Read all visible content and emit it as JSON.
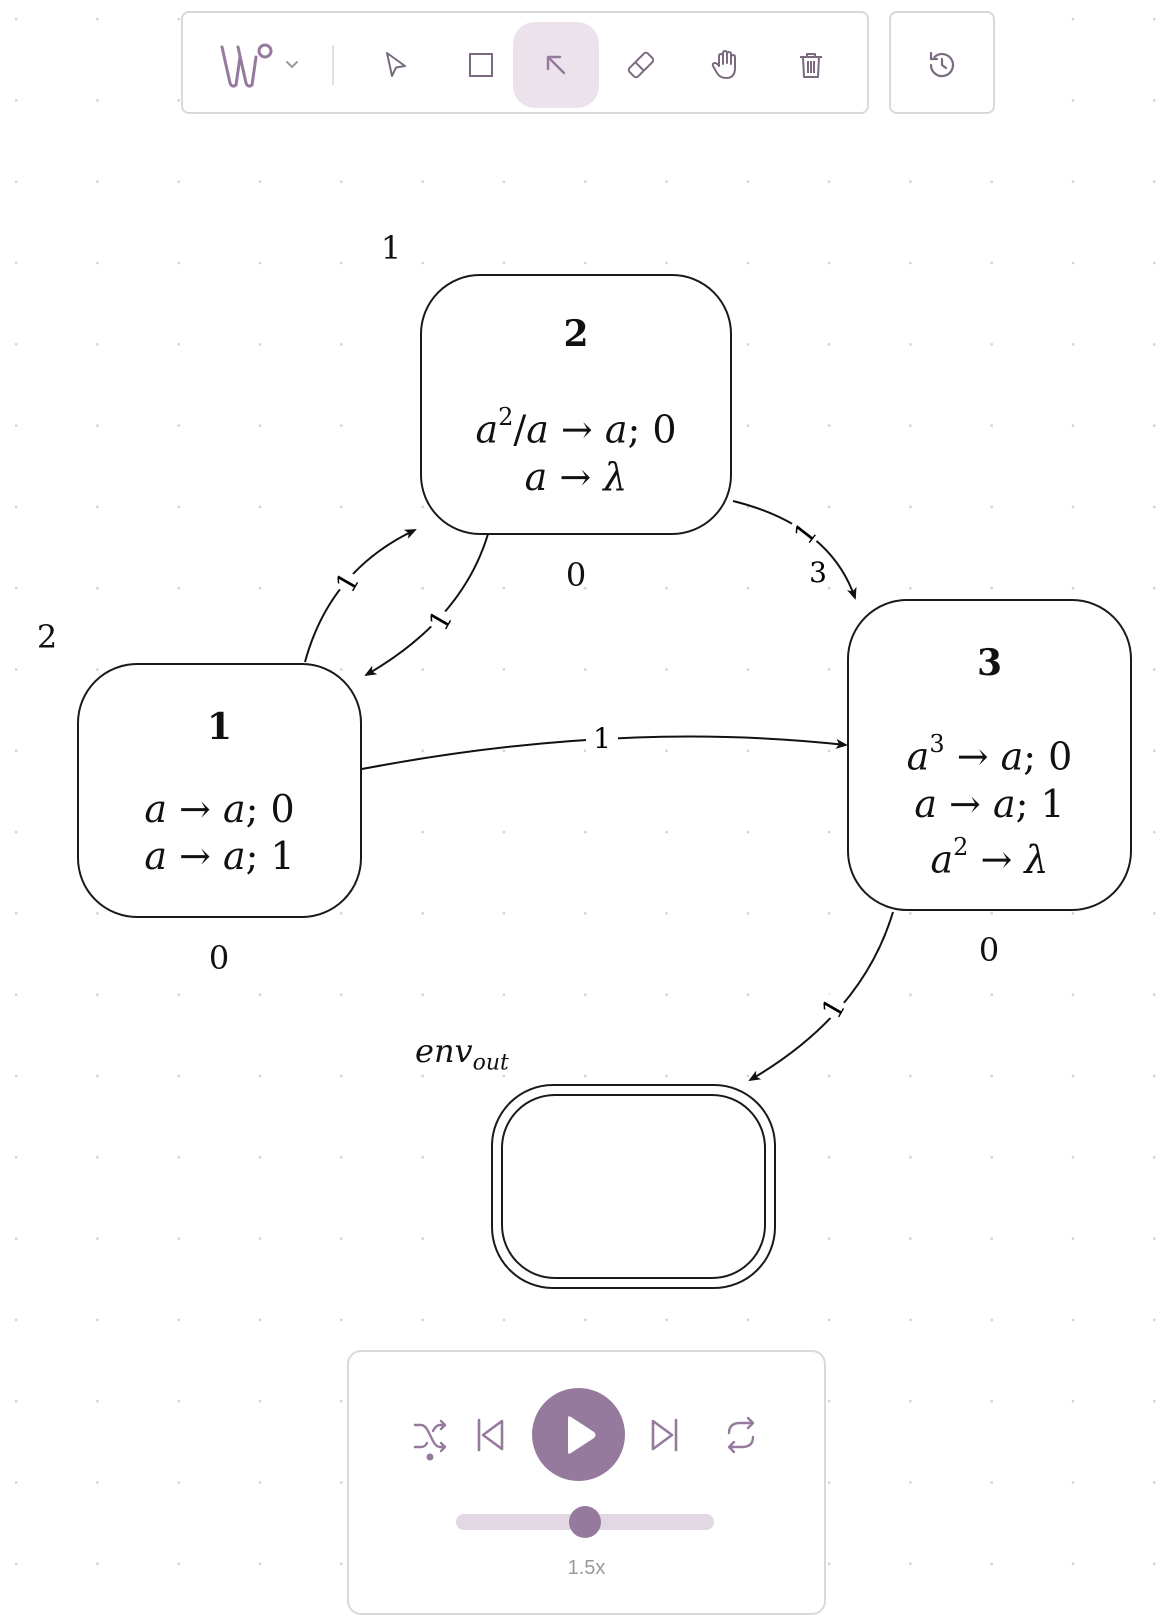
{
  "colors": {
    "accent": "#967a9e",
    "accent_light": "#ebe2ec",
    "border": "#d9d9d9",
    "ink": "#1a1a1a"
  },
  "toolbar": {
    "tools": [
      {
        "name": "app-logo-menu",
        "icon": "logo-icon"
      },
      {
        "name": "select-tool",
        "icon": "cursor-arrow-icon"
      },
      {
        "name": "rectangle-tool",
        "icon": "square-icon"
      },
      {
        "name": "arrow-tool",
        "icon": "arrow-up-left-icon",
        "active": true
      },
      {
        "name": "eraser-tool",
        "icon": "eraser-icon"
      },
      {
        "name": "pan-tool",
        "icon": "hand-icon"
      },
      {
        "name": "delete-tool",
        "icon": "trash-icon"
      }
    ],
    "history_icon": "history-icon"
  },
  "graph": {
    "nodes": [
      {
        "id": "1",
        "title": "1",
        "rules": [
          "a → a; 0",
          "a → a; 1"
        ],
        "count_label": "0",
        "corner_label": "2"
      },
      {
        "id": "2",
        "title": "2",
        "rules": [
          "a2/a → a; 0",
          "a → λ"
        ],
        "count_label": "0",
        "corner_label": "1"
      },
      {
        "id": "3",
        "title": "3",
        "rules": [
          "a3 → a; 0",
          "a → a; 1",
          "a2 → λ"
        ],
        "count_label": "0"
      }
    ],
    "environment": {
      "label_main": "env",
      "label_sub": "out"
    },
    "edges": [
      {
        "from": "1",
        "to": "2",
        "weight": "1"
      },
      {
        "from": "2",
        "to": "1",
        "weight": "1"
      },
      {
        "from": "2",
        "to": "3",
        "weight": "1",
        "extra_label": "3"
      },
      {
        "from": "1",
        "to": "3",
        "weight": "1"
      },
      {
        "from": "3",
        "to": "env_out",
        "weight": "1"
      }
    ]
  },
  "player": {
    "buttons": [
      {
        "name": "shuffle-button",
        "icon": "shuffle-icon"
      },
      {
        "name": "step-back-button",
        "icon": "skip-back-icon"
      },
      {
        "name": "play-button",
        "icon": "play-icon"
      },
      {
        "name": "step-forward-button",
        "icon": "skip-forward-icon"
      },
      {
        "name": "repeat-button",
        "icon": "repeat-icon"
      }
    ],
    "speed_label": "1.5x",
    "speed_fraction": 0.5
  }
}
